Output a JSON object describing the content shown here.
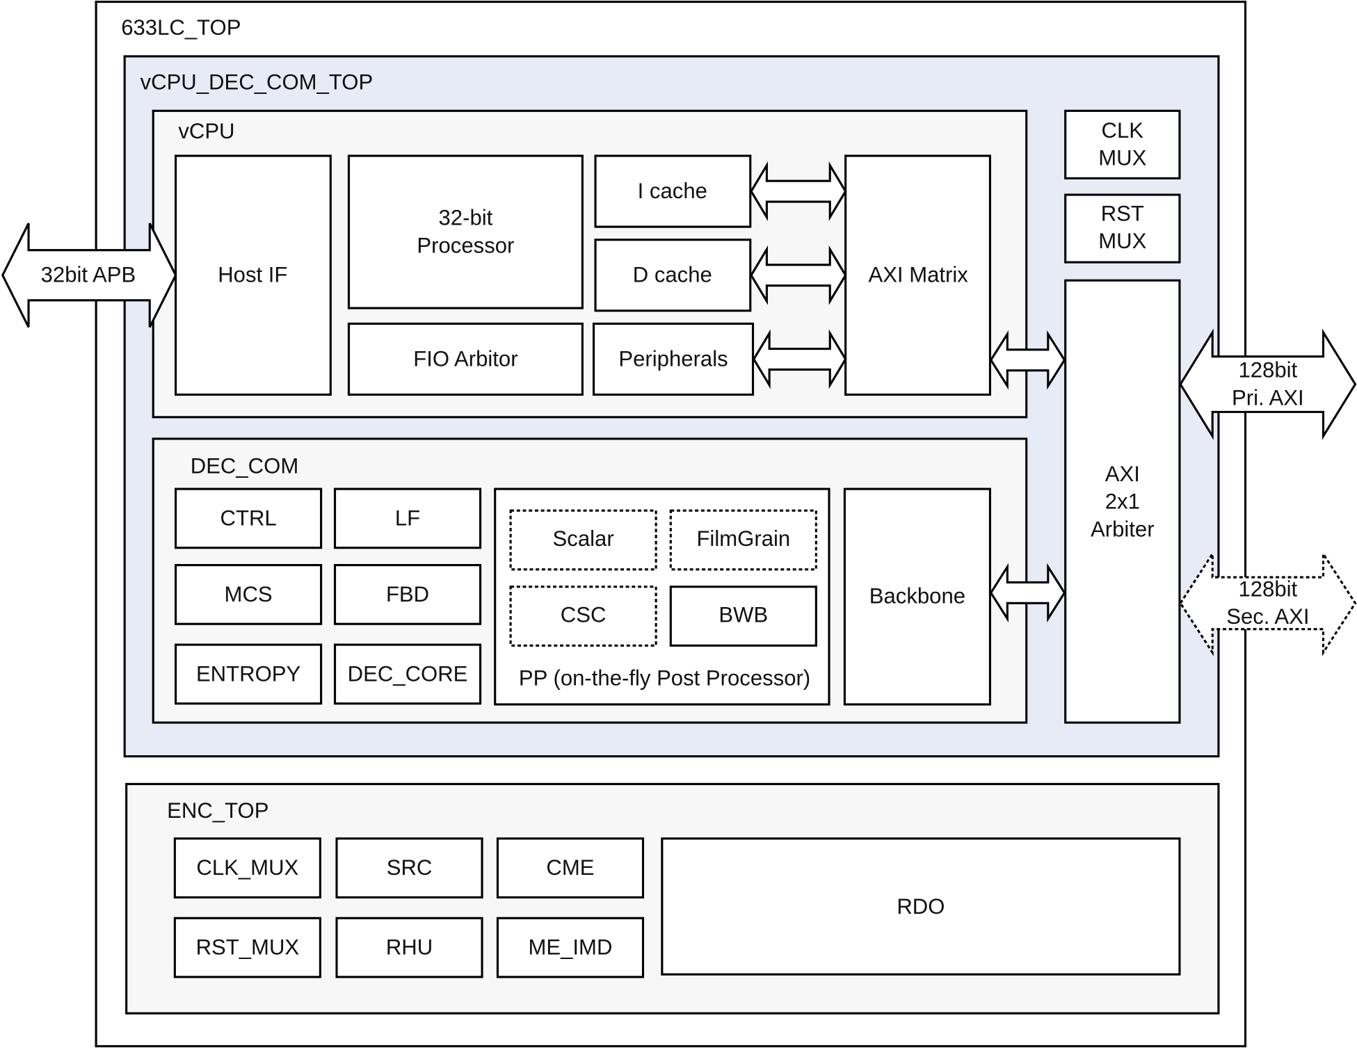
{
  "colors": {
    "outer_bg": "#ffffff",
    "dec_com_top_bg": "#e7ebf6",
    "sub_bg": "#f7f7f7",
    "block_bg": "#ffffff",
    "stroke": "#000000"
  },
  "top": {
    "title": "633LC_TOP"
  },
  "vcpu_dec_com_top": {
    "title": "vCPU_DEC_COM_TOP"
  },
  "vcpu": {
    "title": "vCPU",
    "host_if": "Host IF",
    "processor": [
      "32-bit",
      "Processor"
    ],
    "fio_arbitor": "FIO Arbitor",
    "icache": "I cache",
    "dcache": "D cache",
    "peripherals": "Peripherals",
    "axi_matrix": "AXI Matrix"
  },
  "clk_mux": [
    "CLK",
    "MUX"
  ],
  "rst_mux": [
    "RST",
    "MUX"
  ],
  "axi_arbiter": [
    "AXI",
    "2x1",
    "Arbiter"
  ],
  "dec_com": {
    "title": "DEC_COM",
    "blocks": [
      "CTRL",
      "LF",
      "MCS",
      "FBD",
      "ENTROPY",
      "DEC_CORE"
    ],
    "pp": {
      "title": "PP (on-the-fly Post Processor)",
      "scalar": "Scalar",
      "filmgrain": "FilmGrain",
      "csc": "CSC",
      "bwb": "BWB"
    },
    "backbone": "Backbone"
  },
  "enc_top": {
    "title": "ENC_TOP",
    "blocks": [
      "CLK_MUX",
      "SRC",
      "CME",
      "RST_MUX",
      "RHU",
      "ME_IMD"
    ],
    "rdo": "RDO"
  },
  "interfaces": {
    "apb": "32bit APB",
    "pri_axi": [
      "128bit",
      "Pri. AXI"
    ],
    "sec_axi": [
      "128bit",
      "Sec. AXI"
    ]
  }
}
